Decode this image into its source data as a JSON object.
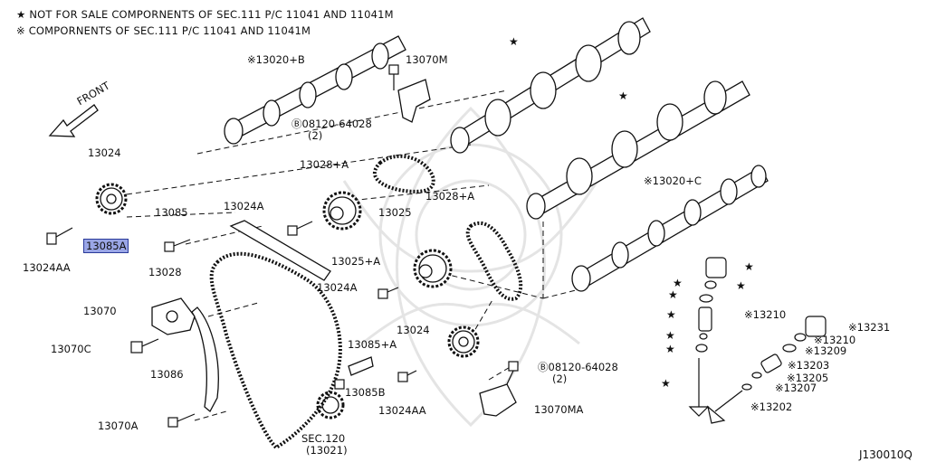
{
  "notes": {
    "line1": "★ NOT FOR SALE COMPORNENTS OF SEC.111 P/C 11041 AND 11041M",
    "line2": "※ COMPORNENTS OF SEC.111 P/C 11041 AND 11041M"
  },
  "labels": {
    "front": "FRONT",
    "p13020b": "※13020+B",
    "p13070m": "13070M",
    "p08120_a": "Ⓑ08120-64028",
    "p08120_a_qty": "(2)",
    "p13024_top": "13024",
    "p13028b": "13028+A",
    "p13024a": "13024A",
    "p13025": "13025",
    "p13085": "13085",
    "p13085a": "13085A",
    "p13024aa": "13024AA",
    "p13028": "13028",
    "p13028a": "13028+A",
    "p13025a": "13025+A",
    "p13024a_mid": "13024A",
    "p13070": "13070",
    "p13070c": "13070C",
    "p13086": "13086",
    "p13070a": "13070A",
    "p13024_mid": "13024",
    "p13085plus_a": "13085+A",
    "p13085b": "13085B",
    "p13024aa_bot": "13024AA",
    "p08120_b": "Ⓑ08120-64028",
    "p08120_b_qty": "(2)",
    "p13070ma": "13070MA",
    "sec120": "SEC.120",
    "sec120_sub": "(13021)",
    "p13020c": "※13020+C",
    "p13210_a": "※13210",
    "p13231": "※13231",
    "p13210_b": "※13210",
    "p13209": "※13209",
    "p13203": "※13203",
    "p13205": "※13205",
    "p13207": "※13207",
    "p13202": "※13202",
    "drawing_id": "J130010Q"
  }
}
